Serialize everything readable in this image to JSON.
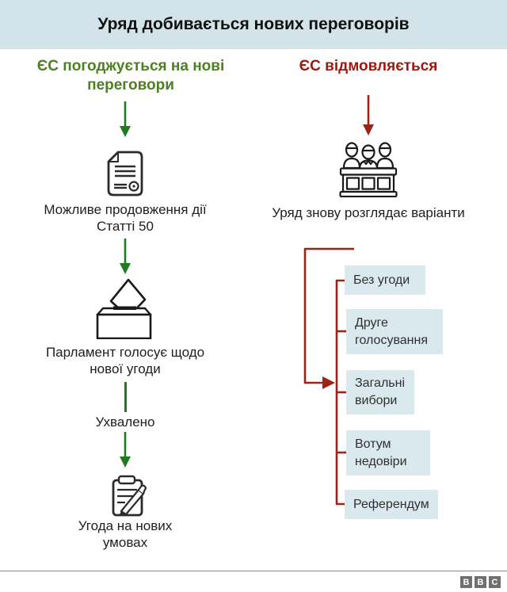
{
  "title": "Уряд добивається нових переговорів",
  "left_flow": {
    "heading": "ЄС погоджується на нові\nпереговори",
    "step_article50": "Можливе продовження дії\nСтатті 50",
    "step_parliament_vote": "Парламент голосує щодо\nнової угоди",
    "approved": "Ухвалено",
    "step_new_deal": "Угода на нових\nумовах"
  },
  "right_flow": {
    "heading": "ЄС відмовляється",
    "step_options": "Уряд знову розглядає варіанти",
    "options": [
      "Без угоди",
      "Друге\nголосування",
      "Загальні\nвибори",
      "Вотум\nнедовіри",
      "Референдум"
    ]
  },
  "footer": {
    "logo_letters": [
      "B",
      "B",
      "C"
    ]
  },
  "colors": {
    "band-bg": "#d2e4ea",
    "box-bg": "#dae9ee",
    "green": "#4c8022",
    "green-line": "#217a21",
    "red": "#9a1a0f",
    "red-line": "#9b2416",
    "ink": "#1f1f1f",
    "icon-stroke": "#2b2b2b",
    "footer-gray": "#6f6f6f"
  }
}
